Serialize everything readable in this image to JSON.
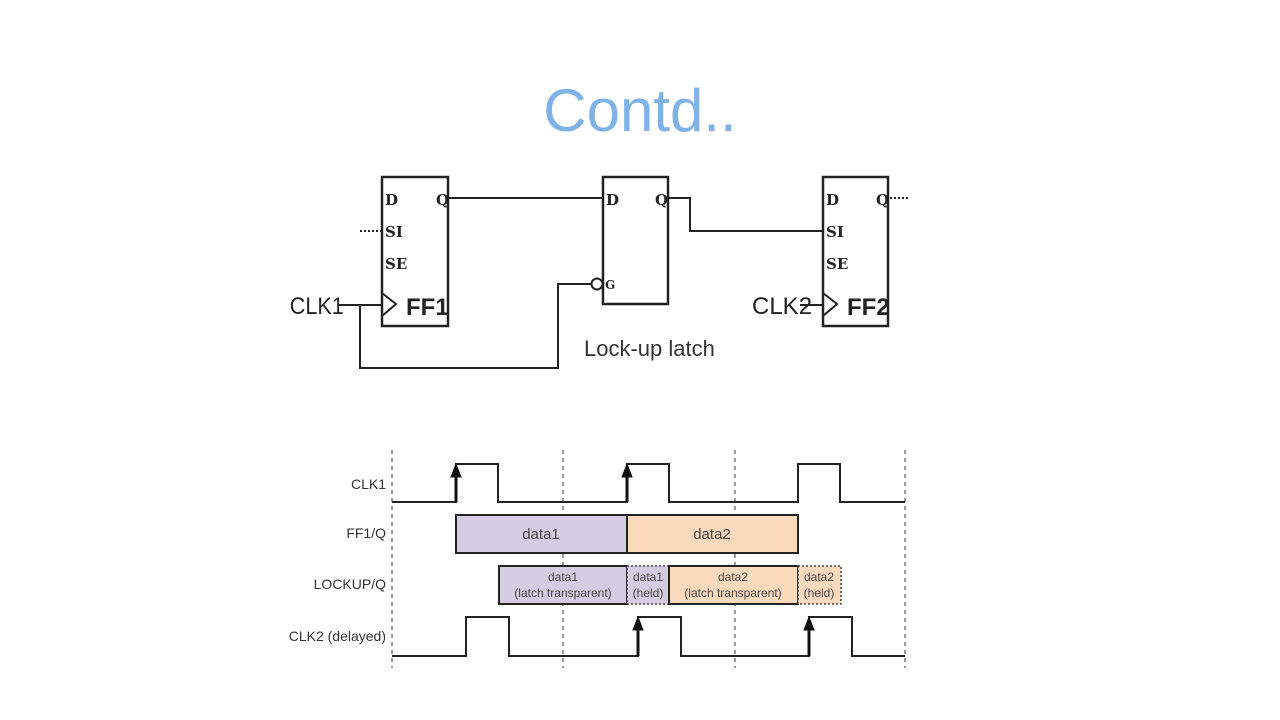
{
  "slide": {
    "title": "Contd.."
  },
  "schematic": {
    "ff1": {
      "name": "FF1",
      "pins": [
        "D",
        "Q",
        "SI",
        "SE"
      ],
      "si_input": "dotted"
    },
    "latch": {
      "caption": "Lock-up latch",
      "pins": [
        "D",
        "Q",
        "G"
      ],
      "gate": "inverted"
    },
    "ff2": {
      "name": "FF2",
      "pins": [
        "D",
        "Q",
        "SI",
        "SE"
      ],
      "q_output": "dotted"
    },
    "clk1_label": "CLK1",
    "clk2_label": "CLK2",
    "connections": [
      "FF1.Q -> Latch.D",
      "Latch.Q -> FF2.SI",
      "CLK1 -> FF1.CLK",
      "CLK1 -> Latch.G (inverted)",
      "CLK2 -> FF2.CLK"
    ]
  },
  "timing": {
    "signals": [
      {
        "name": "CLK1"
      },
      {
        "name": "FF1/Q"
      },
      {
        "name": "LOCKUP/Q"
      },
      {
        "name": "CLK2 (delayed)"
      }
    ],
    "ff1q_segments": [
      {
        "label": "data1",
        "color": "#d4cce3"
      },
      {
        "label": "data2",
        "color": "#fbd9bd"
      }
    ],
    "lockup_segments": [
      {
        "line1": "data1",
        "line2": "(latch transparent)",
        "color": "#d4cce3",
        "style": "solid"
      },
      {
        "line1": "data1",
        "line2": "(held)",
        "color": "#d4cce3",
        "style": "dotted"
      },
      {
        "line1": "data2",
        "line2": "(latch transparent)",
        "color": "#fbd9bd",
        "style": "solid"
      },
      {
        "line1": "data2",
        "line2": "(held)",
        "color": "#fbd9bd",
        "style": "dotted"
      }
    ]
  }
}
